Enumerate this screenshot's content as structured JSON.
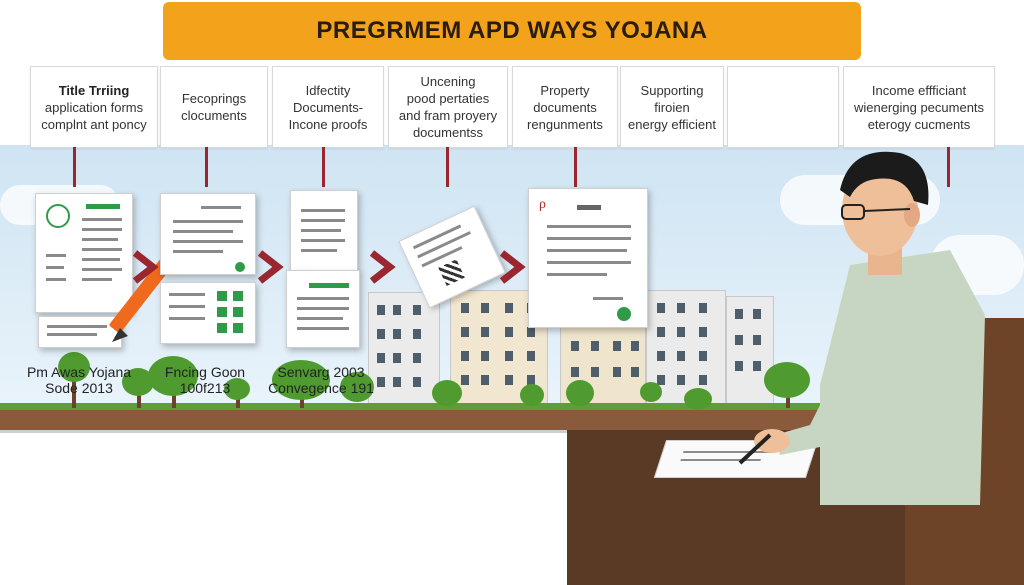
{
  "banner": {
    "title": "PREGRMEM APD WAYS YOJANA",
    "color": "#f3a21b"
  },
  "header_columns": [
    {
      "lines": [
        "Title Trriing",
        "application forms",
        "complnt ant poncy"
      ],
      "bold_first": true
    },
    {
      "lines": [
        "Fecoprings",
        "clocuments"
      ],
      "bold_first": false
    },
    {
      "lines": [
        "Idfectity",
        "Documents-",
        "Incone proofs"
      ],
      "bold_first": false
    },
    {
      "lines": [
        "Uncening",
        "pood pertaties",
        "and fram proyery",
        "documentss"
      ],
      "bold_first": false
    },
    {
      "lines": [
        "Property",
        "documents",
        "rengunments"
      ],
      "bold_first": false
    },
    {
      "lines": [
        "Supporting",
        "firoien",
        "energy efficient"
      ],
      "bold_first": false
    },
    {
      "lines": [],
      "bold_first": false
    },
    {
      "lines": [
        "Income effficiant",
        "wienerging pecuments",
        "eterogy cucments"
      ],
      "bold_first": false
    }
  ],
  "captions": {
    "c1": [
      "Pm Awas Yojana",
      "Sode 2013"
    ],
    "c2": [
      "Fncing Goon",
      "100f213"
    ],
    "c3": [
      "Senvarg 2003",
      "Convegence 191"
    ]
  },
  "colors": {
    "accent_red": "#9a2630",
    "green": "#2f9b48",
    "desk": "#5a3a24"
  }
}
